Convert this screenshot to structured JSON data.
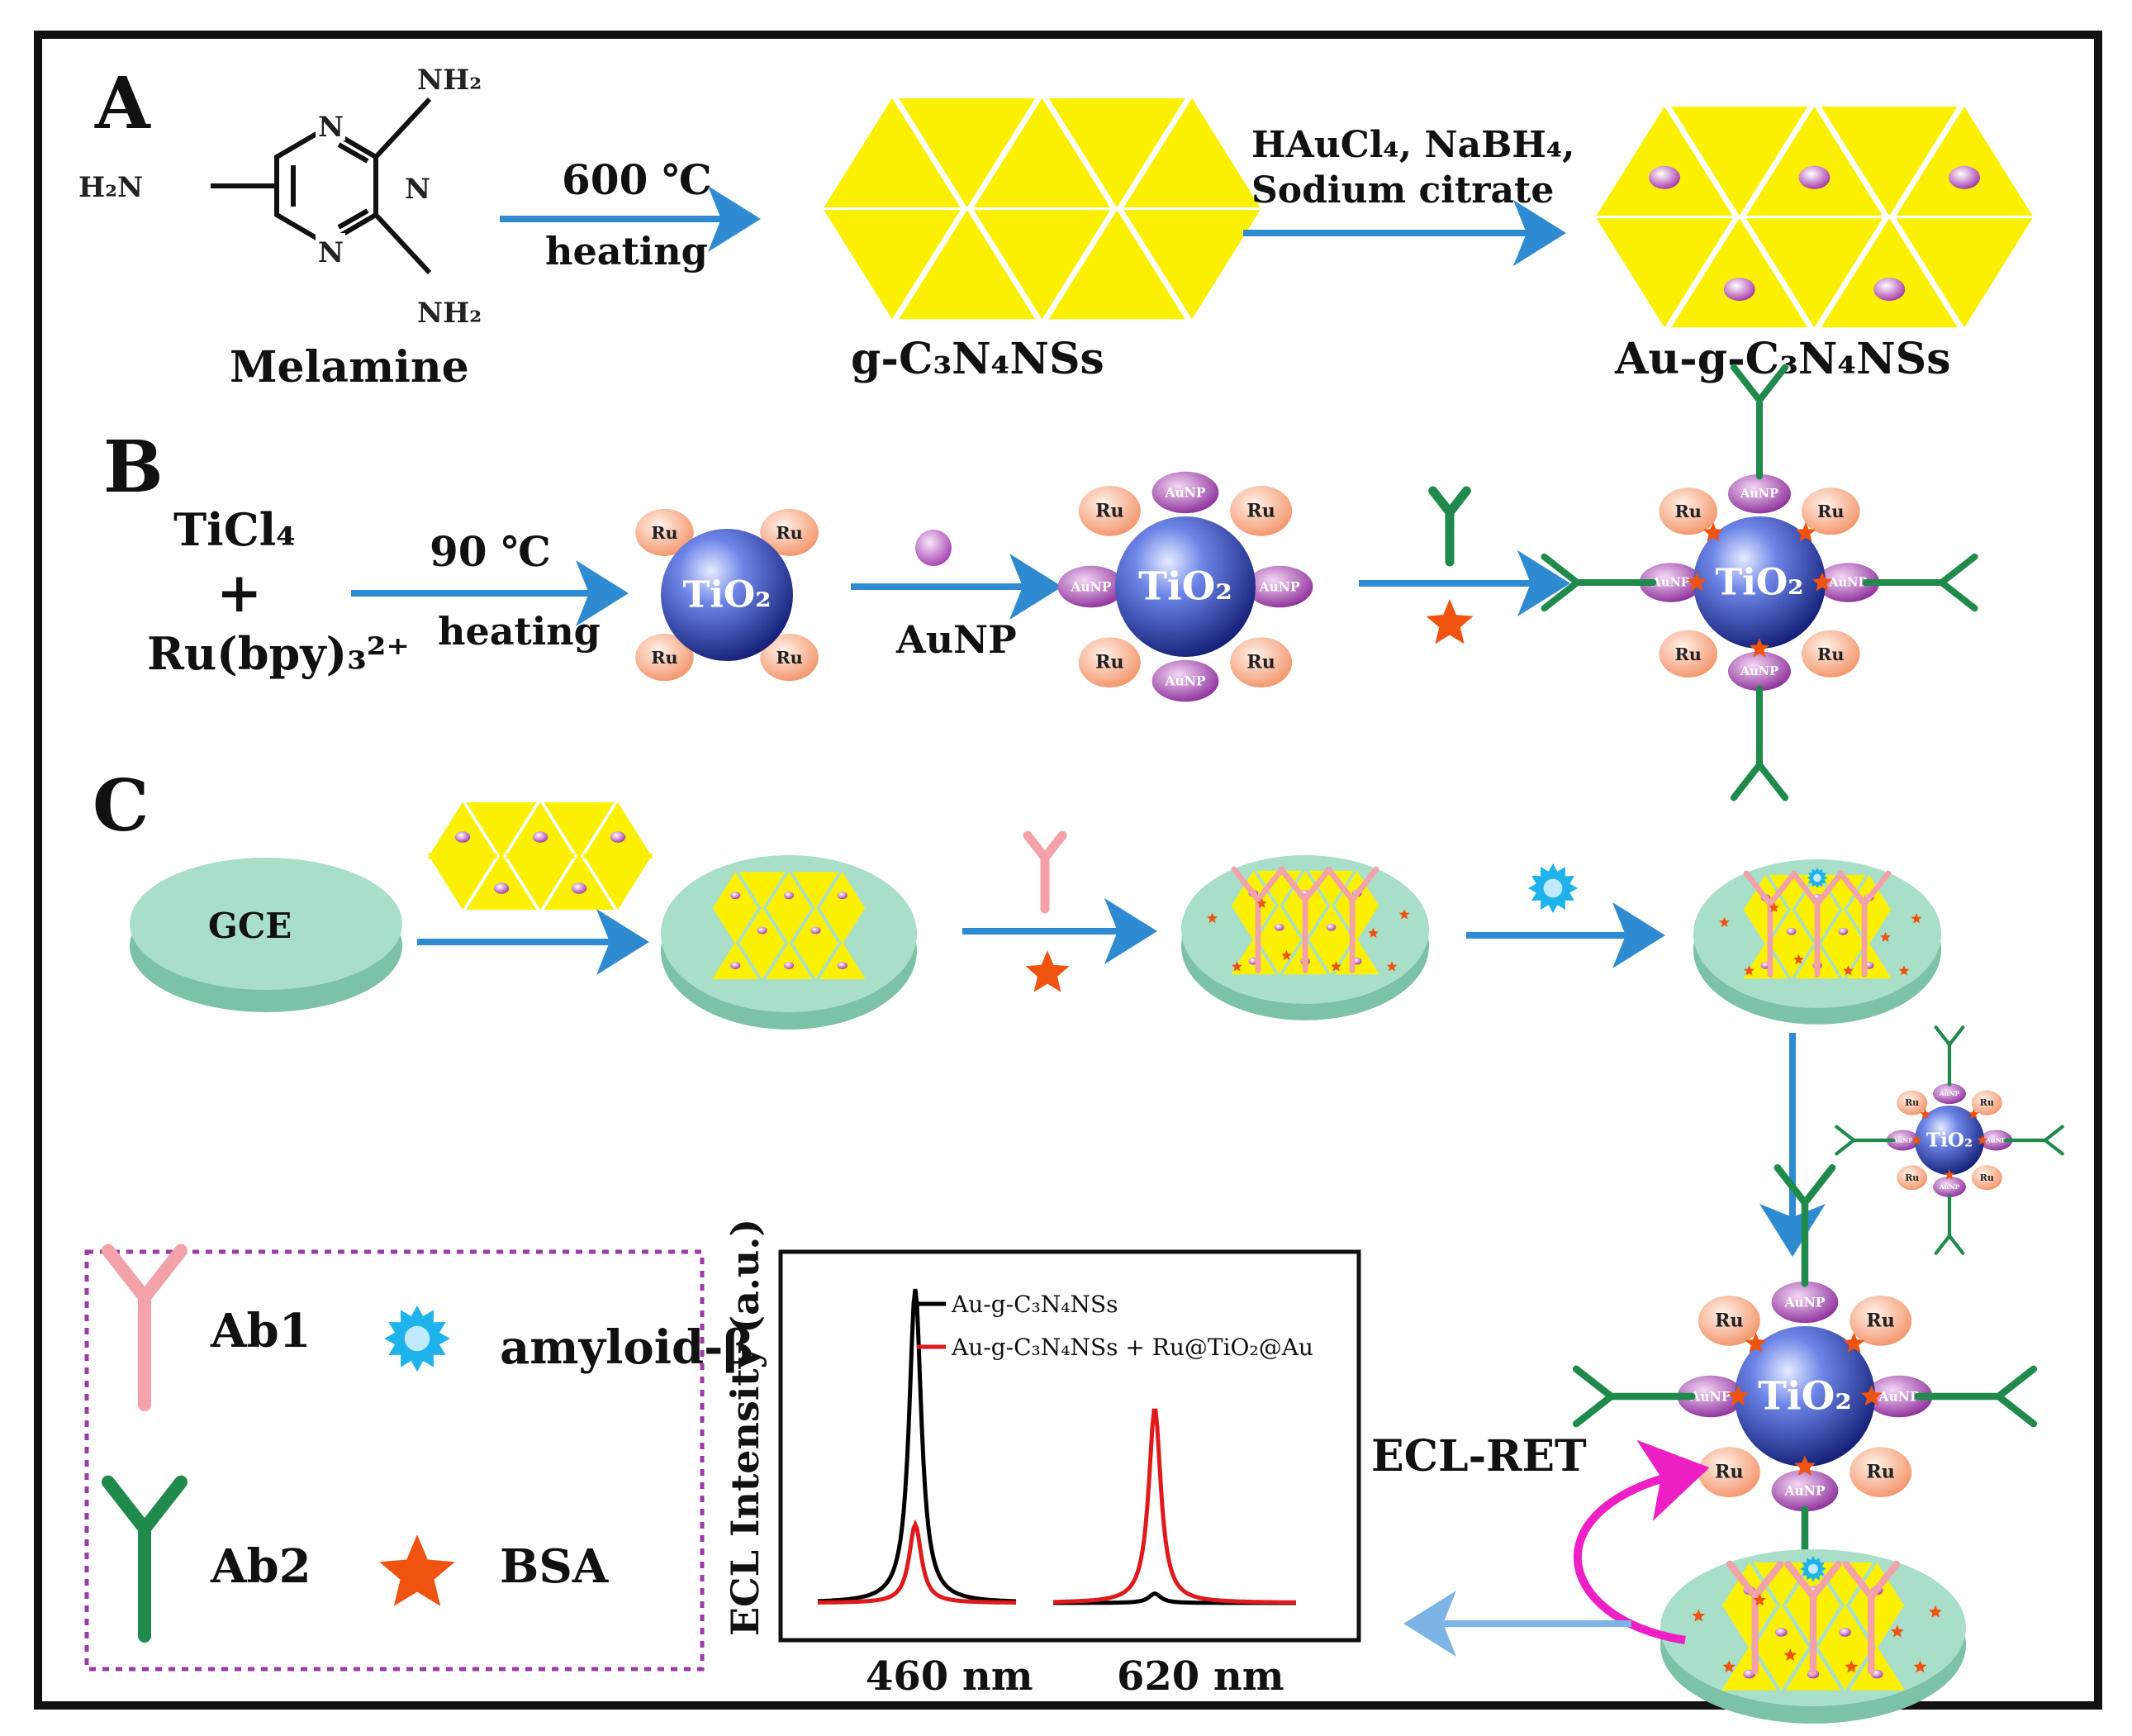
{
  "panels": {
    "a": "A",
    "b": "B",
    "c": "C"
  },
  "a": {
    "amine_top": "NH₂",
    "amine_left": "H₂N",
    "amine_bottom": "NH₂",
    "ring_n": "N",
    "melamine": "Melamine",
    "step1_top": "600 ℃",
    "step1_bottom": "heating",
    "gcn": "g-C₃N₄NSs",
    "step2_line1": "HAuCl₄, NaBH₄,",
    "step2_line2": "Sodium citrate",
    "augcn": "Au-g-C₃N₄NSs"
  },
  "b": {
    "ticl4": "TiCl₄",
    "plus": "+",
    "ru_bpy": "Ru(bpy)₃²⁺",
    "step1_top": "90 ℃",
    "step1_bottom": "heating",
    "tio2": "TiO₂",
    "ru": "Ru",
    "aunp": "AuNP",
    "aunp_label": "AuNP"
  },
  "c": {
    "gce": "GCE",
    "ecl_ret": "ECL-RET"
  },
  "legend": {
    "ab1": "Ab1",
    "amyloid": "amyloid-β",
    "ab2": "Ab2",
    "bsa": "BSA"
  },
  "colors": {
    "triangle": "#fbf000",
    "gold_dot": "#b52fb3",
    "tio2": "#2a3fa8",
    "ru": "#f4a57d",
    "aunp": "#9b3ba6",
    "ab1": "#f2a2a8",
    "ab2": "#1f8a4c",
    "bsa": "#f0520f",
    "amyloid": "#1fb3ec",
    "arrow": "#2f8bd1",
    "ret": "#ee1fc4",
    "gce": "#9bd8c0"
  },
  "chart_data": {
    "type": "line",
    "ylabel": "ECL Intensity (a.u.)",
    "xlabel": "",
    "x_ticks": [
      "460 nm",
      "620 nm"
    ],
    "series": [
      {
        "name": "Au-g-C₃N₄NSs",
        "color": "#000000",
        "peaks": [
          {
            "at": "460 nm",
            "height": 1.0
          },
          {
            "at": "620 nm",
            "height": 0.03
          }
        ]
      },
      {
        "name": "Au-g-C₃N₄NSs + Ru@TiO₂@Au",
        "color": "#e0191b",
        "peaks": [
          {
            "at": "460 nm",
            "height": 0.25
          },
          {
            "at": "620 nm",
            "height": 0.62
          }
        ]
      }
    ],
    "grid": false,
    "legend": "top-right"
  }
}
